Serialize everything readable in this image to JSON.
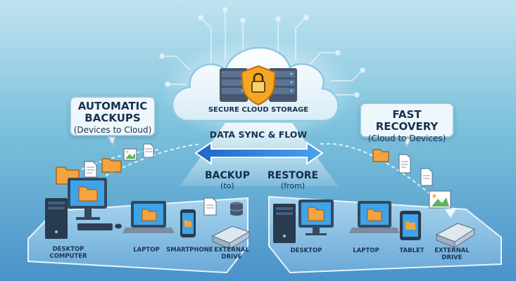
{
  "cloud": {
    "title": "SECURE CLOUD STORAGE"
  },
  "sync": {
    "title": "DATA SYNC & FLOW"
  },
  "backup": {
    "label": "BACKUP",
    "sub": "(to)"
  },
  "restore": {
    "label": "RESTORE",
    "sub": "(from)"
  },
  "left_callout": {
    "title": "AUTOMATIC BACKUPS",
    "title_line1": "AUTOMATIC",
    "title_line2": "BACKUPS",
    "subtitle": "(Devices to Cloud)"
  },
  "right_callout": {
    "title": "FAST RECOVERY",
    "subtitle": "(Cloud to Devices)"
  },
  "left_devices": {
    "desktop_line1": "DESKTOP",
    "desktop_line2": "COMPUTER",
    "laptop": "LAPTOP",
    "smartphone": "SMARTPHONE",
    "external_line1": "EXTERNAL",
    "external_line2": "DRIVE"
  },
  "right_devices": {
    "desktop": "DESKTOP",
    "laptop": "LAPTOP",
    "tablet": "TABLET",
    "external_line1": "EXTERNAL",
    "external_line2": "DRIVE"
  },
  "colors": {
    "accent_blue": "#2f7fd6",
    "shield_orange": "#f5a623",
    "folder_orange": "#f4a340",
    "platform": "#8cc3e6"
  },
  "icons": [
    "cloud-icon",
    "server-rack-icon",
    "shield-lock-icon",
    "folder-icon",
    "document-icon",
    "image-icon",
    "database-icon",
    "monitor-icon",
    "laptop-icon",
    "smartphone-icon",
    "tablet-icon",
    "external-drive-icon",
    "double-arrow-icon"
  ]
}
